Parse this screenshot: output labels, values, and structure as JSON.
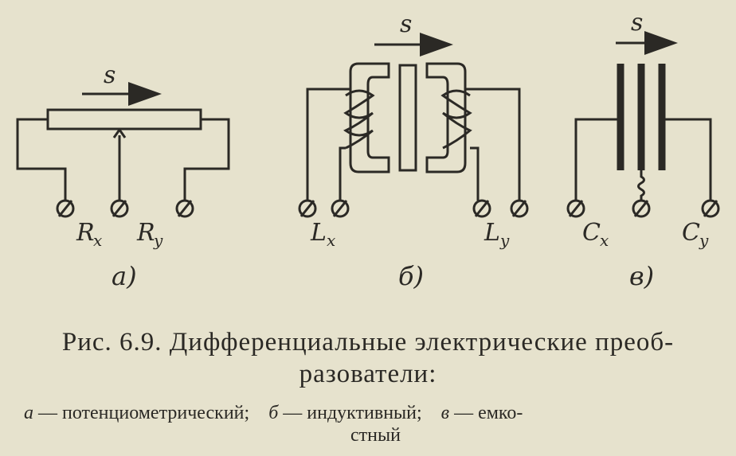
{
  "figure": {
    "panels": [
      {
        "motion_label": "s",
        "diagram_label": "а)",
        "terminal_labels": [
          {
            "main": "R",
            "sub": "x"
          },
          {
            "main": "R",
            "sub": "y"
          }
        ]
      },
      {
        "motion_label": "s",
        "diagram_label": "б)",
        "terminal_labels": [
          {
            "main": "L",
            "sub": "x"
          },
          {
            "main": "L",
            "sub": "y"
          }
        ]
      },
      {
        "motion_label": "s",
        "diagram_label": "в)",
        "terminal_labels": [
          {
            "main": "C",
            "sub": "x"
          },
          {
            "main": "C",
            "sub": "y"
          }
        ]
      }
    ]
  },
  "caption": {
    "line1": "Рис. 6.9. Дифференциальные электрические преоб-",
    "line2": "разователи:"
  },
  "legend": {
    "a_letter": "а",
    "a_text": " — потенциометрический;",
    "b_letter": "б",
    "b_text": " — индуктивный;",
    "c_letter": "в",
    "c_text": " — емко-",
    "c_text_cont": "стный"
  },
  "colors": {
    "ink": "#2b2925",
    "paper": "#e6e2cd"
  }
}
